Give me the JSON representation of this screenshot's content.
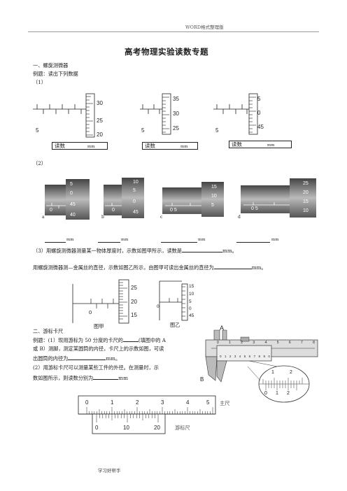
{
  "header": {
    "text": "WORD格式整理版"
  },
  "title": "高考物理实验读数专题",
  "section1": {
    "heading": "一、螺旋测微器",
    "example": "例题：读出下列数据",
    "part1_label": "（1）",
    "part2_label": "（2）",
    "gauges1": [
      {
        "main_label": "5",
        "sleeve_ticks": [
          "30",
          "25",
          "20"
        ],
        "reading_label": "读数",
        "unit": "mm"
      },
      {
        "main_label": "5",
        "sleeve_ticks": [
          "35",
          "30",
          "25"
        ],
        "reading_label": "读数",
        "unit": "mm"
      },
      {
        "main_label": "5",
        "sleeve_ticks": [
          "5",
          "0",
          "45"
        ],
        "reading_label": "读数",
        "unit": "mm"
      }
    ],
    "photos": [
      {
        "letter": "a",
        "main_label": "0",
        "ticks": [
          "5",
          "0",
          "45",
          "40"
        ],
        "unit": "mm"
      },
      {
        "letter": "b",
        "main_label": "0",
        "ticks": [
          "10",
          "5",
          "0",
          "45"
        ],
        "unit": "mm"
      },
      {
        "letter": "c",
        "main_label": "0  5",
        "ticks": [
          "15",
          "10",
          "5"
        ],
        "unit": "mm"
      },
      {
        "letter": "d",
        "main_label": "0   5",
        "ticks": [
          "25",
          "20",
          "15",
          "10"
        ],
        "unit": "mm"
      }
    ],
    "q3": "（3）用螺旋测微器测量某一物体厚度时，示数如图甲所示，读数是",
    "q3_unit": "mm。",
    "q4": "用螺旋测微器测—金属丝的直径，示数如图乙所示，由图甲可读出金属丝的直径为",
    "q4_unit": "mm。",
    "fig_jia": {
      "caption": "图甲",
      "main_label": "0",
      "ticks": [
        "25",
        "20",
        "15"
      ]
    },
    "fig_yi": {
      "caption": "图乙",
      "main_label": "0",
      "ticks": [
        "15",
        "10",
        "5",
        "0",
        "45"
      ]
    }
  },
  "section2": {
    "heading": "二、游标卡尺",
    "line1": "例题：(1）现用游标为 50 分度的卡尺的",
    "line1b": "(填图中的 A",
    "line2": "或 B）测脚，测定某圆筒的内径，卡尺上的示数如图，可读",
    "line3": "出圆筒的内径为",
    "line3_unit": "mm。",
    "line4": "(2）用游标卡尺可以测量某些工件的外径。在测量时，示",
    "line5": "数如图所示，则读数分别为",
    "line5_unit": "mm",
    "caliper_label_a": "A",
    "caliper_label_b": "B",
    "caliper_main_digits": [
      "0",
      "1",
      "2",
      "3",
      "4",
      "5",
      "6",
      "7",
      "8"
    ],
    "caliper_vernier_digits": [
      "0",
      "1",
      "2",
      "3",
      "4",
      "5",
      "6",
      "7",
      "8",
      "9",
      "0"
    ],
    "zoom_main": [
      "1",
      "2"
    ],
    "zoom_vernier": [
      "0",
      "1",
      "2"
    ],
    "scale_main": [
      "0",
      "1",
      "2",
      "3",
      "4",
      "5"
    ],
    "scale_vernier": [
      "0",
      "10",
      "20"
    ],
    "main_scale_label": "主尺",
    "vernier_label": "游标尺"
  },
  "footer": "学习好帮手"
}
